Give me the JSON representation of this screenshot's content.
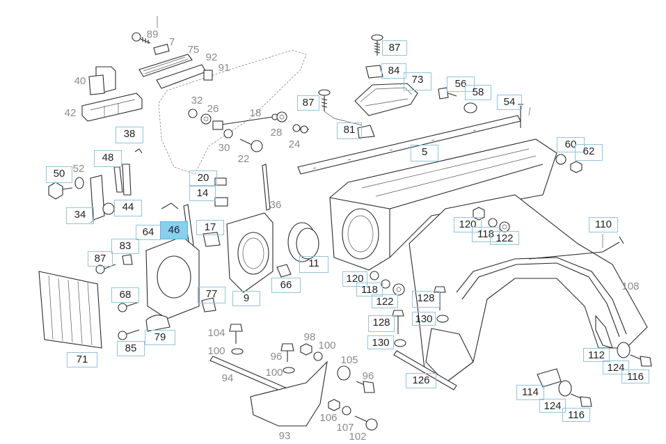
{
  "diagram": {
    "selected_part": "46",
    "callouts": [
      {
        "id": "c89",
        "label": "89",
        "style": "plain"
      },
      {
        "id": "c7",
        "label": "7",
        "style": "plain"
      },
      {
        "id": "c75",
        "label": "75",
        "style": "plain"
      },
      {
        "id": "c92",
        "label": "92",
        "style": "plain"
      },
      {
        "id": "c91",
        "label": "91",
        "style": "plain"
      },
      {
        "id": "c40",
        "label": "40",
        "style": "plain"
      },
      {
        "id": "c42",
        "label": "42",
        "style": "plain"
      },
      {
        "id": "c32",
        "label": "32",
        "style": "plain"
      },
      {
        "id": "c26",
        "label": "26",
        "style": "plain"
      },
      {
        "id": "c18",
        "label": "18",
        "style": "plain"
      },
      {
        "id": "c28",
        "label": "28",
        "style": "plain"
      },
      {
        "id": "c24",
        "label": "24",
        "style": "plain"
      },
      {
        "id": "c30",
        "label": "30",
        "style": "plain"
      },
      {
        "id": "c22",
        "label": "22",
        "style": "plain"
      },
      {
        "id": "c87a",
        "label": "87",
        "style": "boxed"
      },
      {
        "id": "c84",
        "label": "84",
        "style": "boxed"
      },
      {
        "id": "c73",
        "label": "73",
        "style": "boxed"
      },
      {
        "id": "c87b",
        "label": "87",
        "style": "boxed"
      },
      {
        "id": "c81",
        "label": "81",
        "style": "boxed"
      },
      {
        "id": "c56",
        "label": "56",
        "style": "boxed"
      },
      {
        "id": "c58",
        "label": "58",
        "style": "boxed"
      },
      {
        "id": "c54",
        "label": "54",
        "style": "boxed"
      },
      {
        "id": "c5",
        "label": "5",
        "style": "boxed"
      },
      {
        "id": "c60",
        "label": "60",
        "style": "boxed"
      },
      {
        "id": "c62",
        "label": "62",
        "style": "boxed"
      },
      {
        "id": "c38",
        "label": "38",
        "style": "boxed"
      },
      {
        "id": "c48",
        "label": "48",
        "style": "boxed"
      },
      {
        "id": "c52",
        "label": "52",
        "style": "plain"
      },
      {
        "id": "c50",
        "label": "50",
        "style": "boxed"
      },
      {
        "id": "c44",
        "label": "44",
        "style": "boxed"
      },
      {
        "id": "c34",
        "label": "34",
        "style": "boxed"
      },
      {
        "id": "c20",
        "label": "20",
        "style": "boxed"
      },
      {
        "id": "c14",
        "label": "14",
        "style": "boxed"
      },
      {
        "id": "c36",
        "label": "36",
        "style": "plain"
      },
      {
        "id": "c64",
        "label": "64",
        "style": "boxed"
      },
      {
        "id": "c46",
        "label": "46",
        "style": "selected"
      },
      {
        "id": "c17",
        "label": "17",
        "style": "boxed"
      },
      {
        "id": "c83",
        "label": "83",
        "style": "boxed"
      },
      {
        "id": "c87c",
        "label": "87",
        "style": "boxed"
      },
      {
        "id": "c68",
        "label": "68",
        "style": "boxed"
      },
      {
        "id": "c77",
        "label": "77",
        "style": "boxed"
      },
      {
        "id": "c9",
        "label": "9",
        "style": "boxed"
      },
      {
        "id": "c66",
        "label": "66",
        "style": "boxed"
      },
      {
        "id": "c11",
        "label": "11",
        "style": "boxed"
      },
      {
        "id": "c79",
        "label": "79",
        "style": "boxed"
      },
      {
        "id": "c85",
        "label": "85",
        "style": "boxed"
      },
      {
        "id": "c71",
        "label": "71",
        "style": "boxed"
      },
      {
        "id": "c120a",
        "label": "120",
        "style": "boxed"
      },
      {
        "id": "c118a",
        "label": "118",
        "style": "boxed"
      },
      {
        "id": "c122a",
        "label": "122",
        "style": "boxed"
      },
      {
        "id": "c110",
        "label": "110",
        "style": "boxed"
      },
      {
        "id": "c120b",
        "label": "120",
        "style": "boxed"
      },
      {
        "id": "c118b",
        "label": "118",
        "style": "boxed"
      },
      {
        "id": "c122b",
        "label": "122",
        "style": "boxed"
      },
      {
        "id": "c128a",
        "label": "128",
        "style": "boxed"
      },
      {
        "id": "c130a",
        "label": "130",
        "style": "boxed"
      },
      {
        "id": "c128b",
        "label": "128",
        "style": "boxed"
      },
      {
        "id": "c130b",
        "label": "130",
        "style": "boxed"
      },
      {
        "id": "c108",
        "label": "108",
        "style": "plain"
      },
      {
        "id": "c104",
        "label": "104",
        "style": "plain"
      },
      {
        "id": "c100a",
        "label": "100",
        "style": "plain"
      },
      {
        "id": "c98",
        "label": "98",
        "style": "plain"
      },
      {
        "id": "c100b",
        "label": "100",
        "style": "plain"
      },
      {
        "id": "c96a",
        "label": "96",
        "style": "plain"
      },
      {
        "id": "c100c",
        "label": "100",
        "style": "plain"
      },
      {
        "id": "c94",
        "label": "94",
        "style": "plain"
      },
      {
        "id": "c105",
        "label": "105",
        "style": "plain"
      },
      {
        "id": "c96b",
        "label": "96",
        "style": "plain"
      },
      {
        "id": "c106",
        "label": "106",
        "style": "plain"
      },
      {
        "id": "c107",
        "label": "107",
        "style": "plain"
      },
      {
        "id": "c93",
        "label": "93",
        "style": "plain"
      },
      {
        "id": "c102",
        "label": "102",
        "style": "plain"
      },
      {
        "id": "c126",
        "label": "126",
        "style": "boxed"
      },
      {
        "id": "c112",
        "label": "112",
        "style": "boxed"
      },
      {
        "id": "c124a",
        "label": "124",
        "style": "boxed"
      },
      {
        "id": "c116a",
        "label": "116",
        "style": "boxed"
      },
      {
        "id": "c114",
        "label": "114",
        "style": "boxed"
      },
      {
        "id": "c124b",
        "label": "124",
        "style": "boxed"
      },
      {
        "id": "c116b",
        "label": "116",
        "style": "boxed"
      }
    ]
  }
}
